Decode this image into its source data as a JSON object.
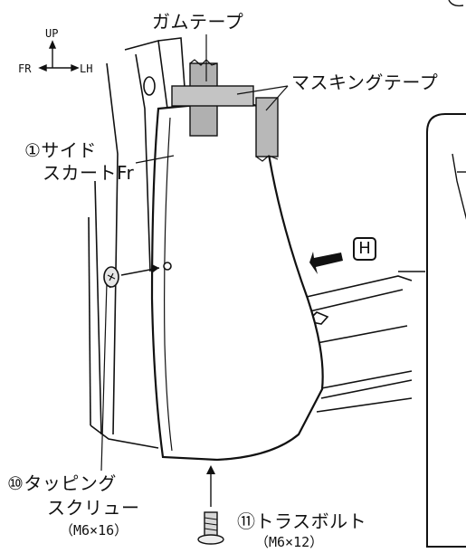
{
  "labels": {
    "gum_tape": "ガムテープ",
    "masking_tape": "マスキングテープ",
    "side_skirt_line1": "①サイド",
    "side_skirt_line2": "スカートFr",
    "tapping_screw_line1": "⑩タッピング",
    "tapping_screw_line2": "スクリュー",
    "tapping_screw_size": "（M6×16）",
    "truss_bolt": "⑪トラスボルト",
    "truss_bolt_size": "（M6×12）",
    "view_h": "H"
  },
  "orientation": {
    "up": "UP",
    "front": "FR",
    "left": "LH"
  },
  "colors": {
    "line": "#111111",
    "tape": "#b0b0b0",
    "tape_dark": "#8a8a8a"
  }
}
